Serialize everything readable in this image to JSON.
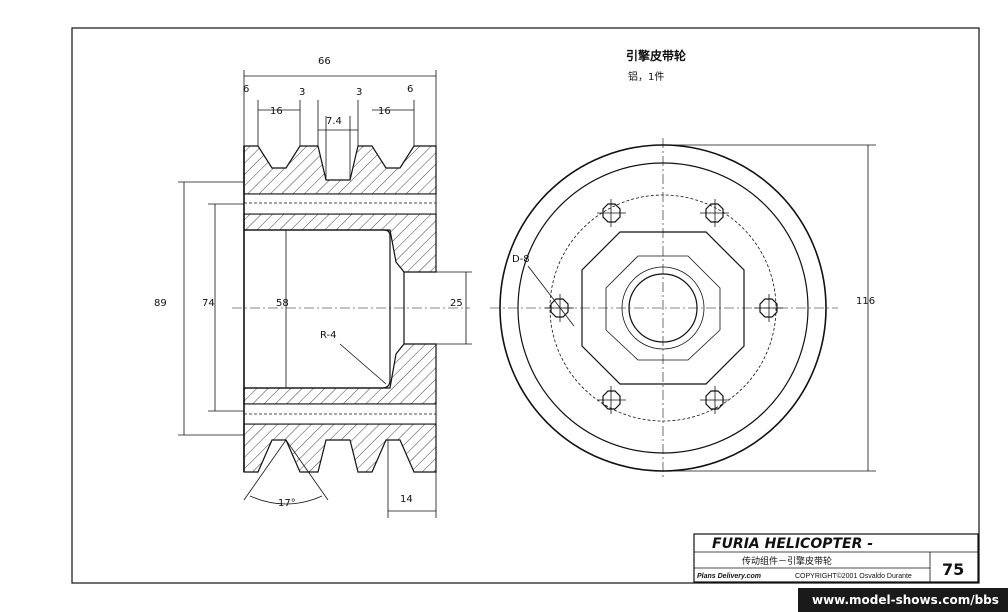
{
  "part_title": "引擎皮带轮",
  "material_note": "铝，1件",
  "dimensions": {
    "overall_width": "66",
    "groove_edge_left": "6",
    "groove_pitch_left": "16",
    "groove_gap_left": "3",
    "groove_bottom": "7.4",
    "groove_gap_right": "3",
    "groove_pitch_right": "16",
    "groove_edge_right": "6",
    "outer_height": "89",
    "inner_height": "74",
    "bore_depth": "58",
    "hub_bore": "25",
    "fillet_radius": "R-4",
    "groove_angle": "17°",
    "hub_width": "14",
    "hole_spec": "D-8",
    "outer_diameter": "116"
  },
  "title_block": {
    "project": "FURIA HELICOPTER -",
    "subtitle": "传动组件－引擎皮带轮",
    "site": "Plans Delivery.com",
    "copyright": "COPYRIGHT©2001 Osvaldo Durante",
    "page_number": "75"
  },
  "watermark": "www.model-shows.com/bbs"
}
